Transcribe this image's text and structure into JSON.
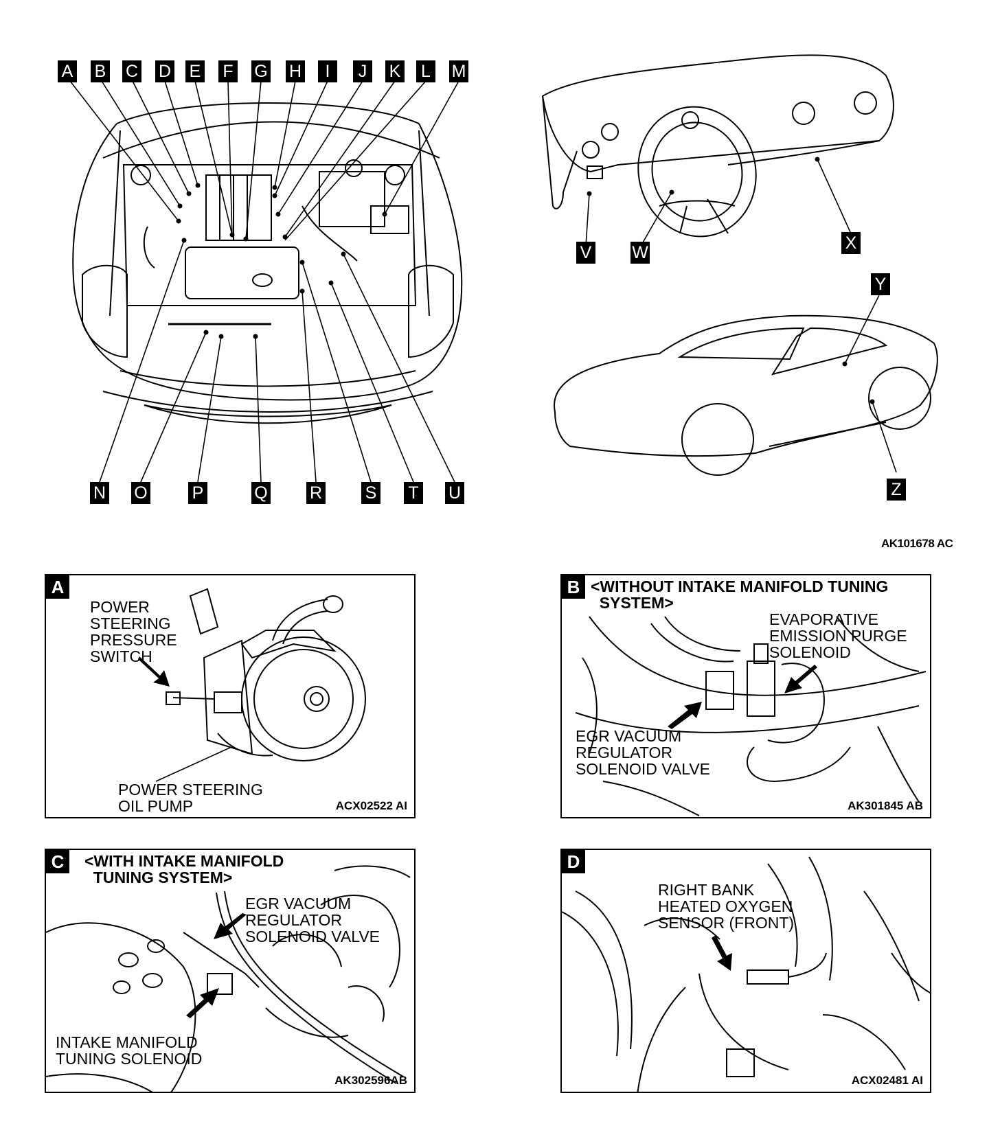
{
  "overview": {
    "callouts": {
      "top": [
        "A",
        "B",
        "C",
        "D",
        "E",
        "F",
        "G",
        "H",
        "I",
        "J",
        "K",
        "L",
        "M"
      ],
      "bottom": [
        "N",
        "O",
        "P",
        "Q",
        "R",
        "S",
        "T",
        "U"
      ],
      "dash": [
        "V",
        "W",
        "X"
      ],
      "body": [
        "Y",
        "Z"
      ]
    },
    "figure_code": "AK101678 AC"
  },
  "panels": {
    "a": {
      "letter": "A",
      "label_switch": "POWER\nSTEERING\nPRESSURE\nSWITCH",
      "label_pump": "POWER STEERING\nOIL PUMP",
      "code": "ACX02522 AI"
    },
    "b": {
      "letter": "B",
      "heading": "<WITHOUT INTAKE MANIFOLD TUNING\n  SYSTEM>",
      "label_purge": "EVAPORATIVE\nEMISSION PURGE\nSOLENOID",
      "label_egr": "EGR VACUUM\nREGULATOR\nSOLENOID VALVE",
      "code": "AK301845 AB"
    },
    "c": {
      "letter": "C",
      "heading": "<WITH INTAKE MANIFOLD\n  TUNING SYSTEM>",
      "label_egr": "EGR VACUUM\nREGULATOR\nSOLENOID VALVE",
      "label_tuning": "INTAKE MANIFOLD\nTUNING SOLENOID",
      "code": "AK302596AB"
    },
    "d": {
      "letter": "D",
      "label_sensor": "RIGHT BANK\nHEATED OXYGEN\nSENSOR (FRONT)",
      "code": "ACX02481 AI"
    }
  }
}
